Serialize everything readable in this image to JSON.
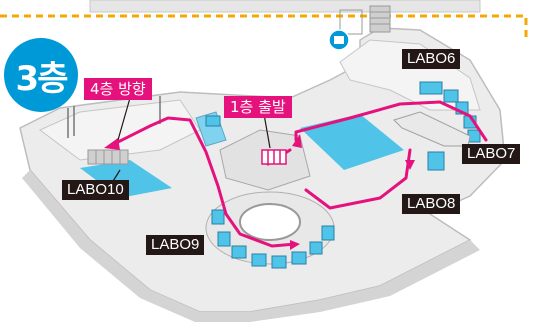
{
  "floor_label": "3층",
  "route_labels": {
    "to_4f": "4층 방향",
    "start_1f": "1층 출발"
  },
  "labs": [
    {
      "id": "labo6",
      "name": "LABO6"
    },
    {
      "id": "labo7",
      "name": "LABO7"
    },
    {
      "id": "labo8",
      "name": "LABO8"
    },
    {
      "id": "labo9",
      "name": "LABO9"
    },
    {
      "id": "labo10",
      "name": "LABO10"
    }
  ],
  "icons": [
    "toilet-icon"
  ],
  "colors": {
    "route": "#e5127e",
    "floor_badge": "#0099d8",
    "dashed_border": "#f5a800",
    "water": "#4fc3e8",
    "label_bg": "#231815"
  }
}
